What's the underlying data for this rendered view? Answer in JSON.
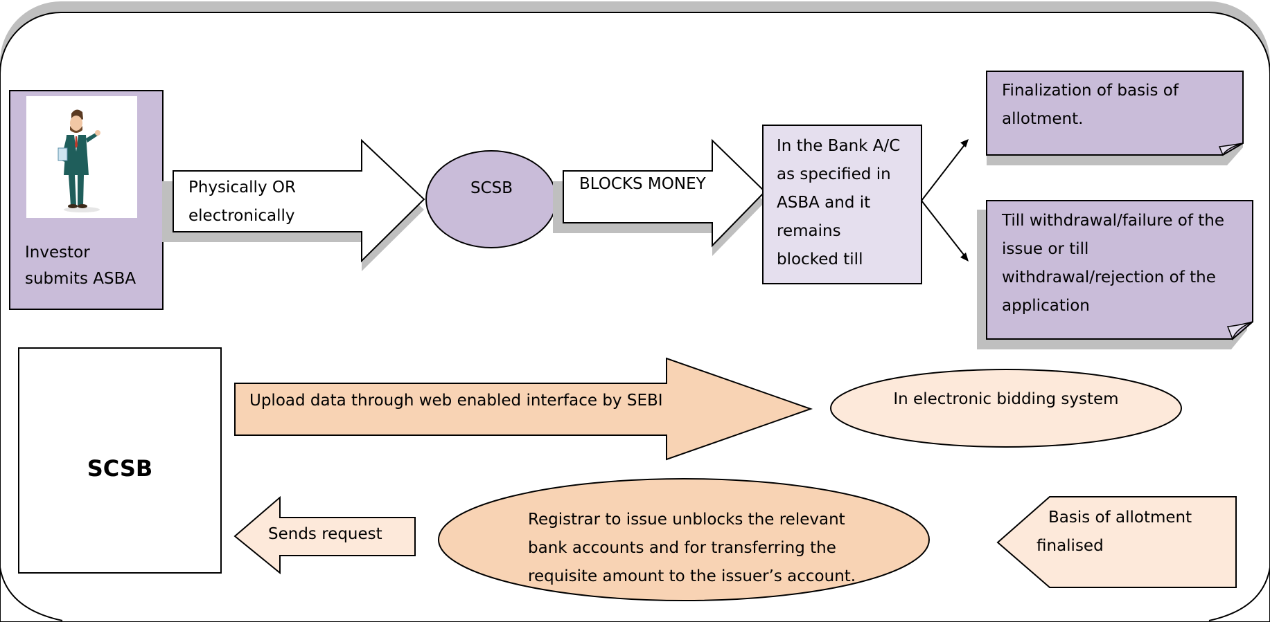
{
  "colors": {
    "lavender": "#c9bcd9",
    "lavender_light": "#e5dfee",
    "peach": "#f8d3b4",
    "peach_light": "#fde9da",
    "shadow": "#bfbfbf",
    "outline": "#000000"
  },
  "investor": {
    "icon": "businessman-illustration",
    "label_line1": "Investor",
    "label_line2": "submits ASBA"
  },
  "arrow_submit": {
    "line1": "Physically OR",
    "line2": "electronically"
  },
  "scsb_oval": {
    "label": "SCSB"
  },
  "arrow_block": {
    "label": "BLOCKS MONEY"
  },
  "bank_box": {
    "lines": [
      "In the Bank A/C",
      "as specified in",
      "ASBA and it",
      "remains",
      "blocked till"
    ]
  },
  "note_allotment": {
    "lines": [
      "Finalization of basis of",
      "allotment."
    ]
  },
  "note_withdrawal": {
    "lines": [
      "Till withdrawal/failure of the",
      "issue or till",
      "withdrawal/rejection of the",
      "application"
    ]
  },
  "scsb_box": {
    "label": "SCSB"
  },
  "arrow_upload": {
    "label": "Upload data through web enabled interface by SEBI"
  },
  "oval_bidding": {
    "label": "In electronic bidding system"
  },
  "arrow_request": {
    "label": "Sends request"
  },
  "oval_registrar": {
    "lines": [
      "Registrar to issue unblocks the relevant",
      "bank accounts and for transferring the",
      "requisite amount to the issuer’s account."
    ]
  },
  "arrow_basis": {
    "line1": "Basis of allotment",
    "line2": "finalised"
  }
}
